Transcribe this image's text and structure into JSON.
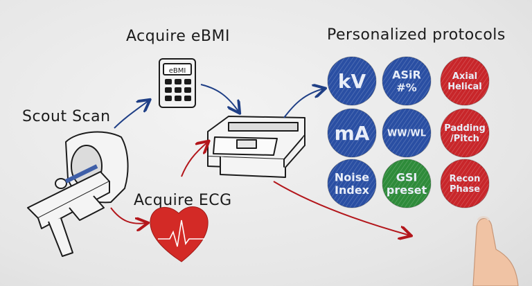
{
  "labels": {
    "scout_scan": "Scout Scan",
    "acquire_ebmi": "Acquire eBMI",
    "acquire_ecg": "Acquire ECG",
    "personalized_protocols": "Personalized protocols",
    "calculator_display": "eBMI"
  },
  "protocols": [
    {
      "lines": [
        "kV"
      ],
      "color": "#2a4fa3",
      "size": "big"
    },
    {
      "lines": [
        "ASiR",
        "#%"
      ],
      "color": "#2a4fa3",
      "size": "mid"
    },
    {
      "lines": [
        "Axial",
        "Helical"
      ],
      "color": "#c8262a",
      "size": "small"
    },
    {
      "lines": [
        "mA"
      ],
      "color": "#2a4fa3",
      "size": "big"
    },
    {
      "lines": [
        "WW/WL"
      ],
      "color": "#2a4fa3",
      "size": "small"
    },
    {
      "lines": [
        "Padding",
        "/Pitch"
      ],
      "color": "#c8262a",
      "size": "small"
    },
    {
      "lines": [
        "Noise",
        "Index"
      ],
      "color": "#2a4fa3",
      "size": "mid"
    },
    {
      "lines": [
        "GSI",
        "preset"
      ],
      "color": "#2e8b3a",
      "size": "mid"
    },
    {
      "lines": [
        "Recon",
        "Phase"
      ],
      "color": "#c8262a",
      "size": "small"
    }
  ],
  "colors": {
    "arrow_blue": "#1f3f86",
    "arrow_red": "#b3161b",
    "heart": "#d32a26",
    "ink": "#1b1b1b"
  }
}
